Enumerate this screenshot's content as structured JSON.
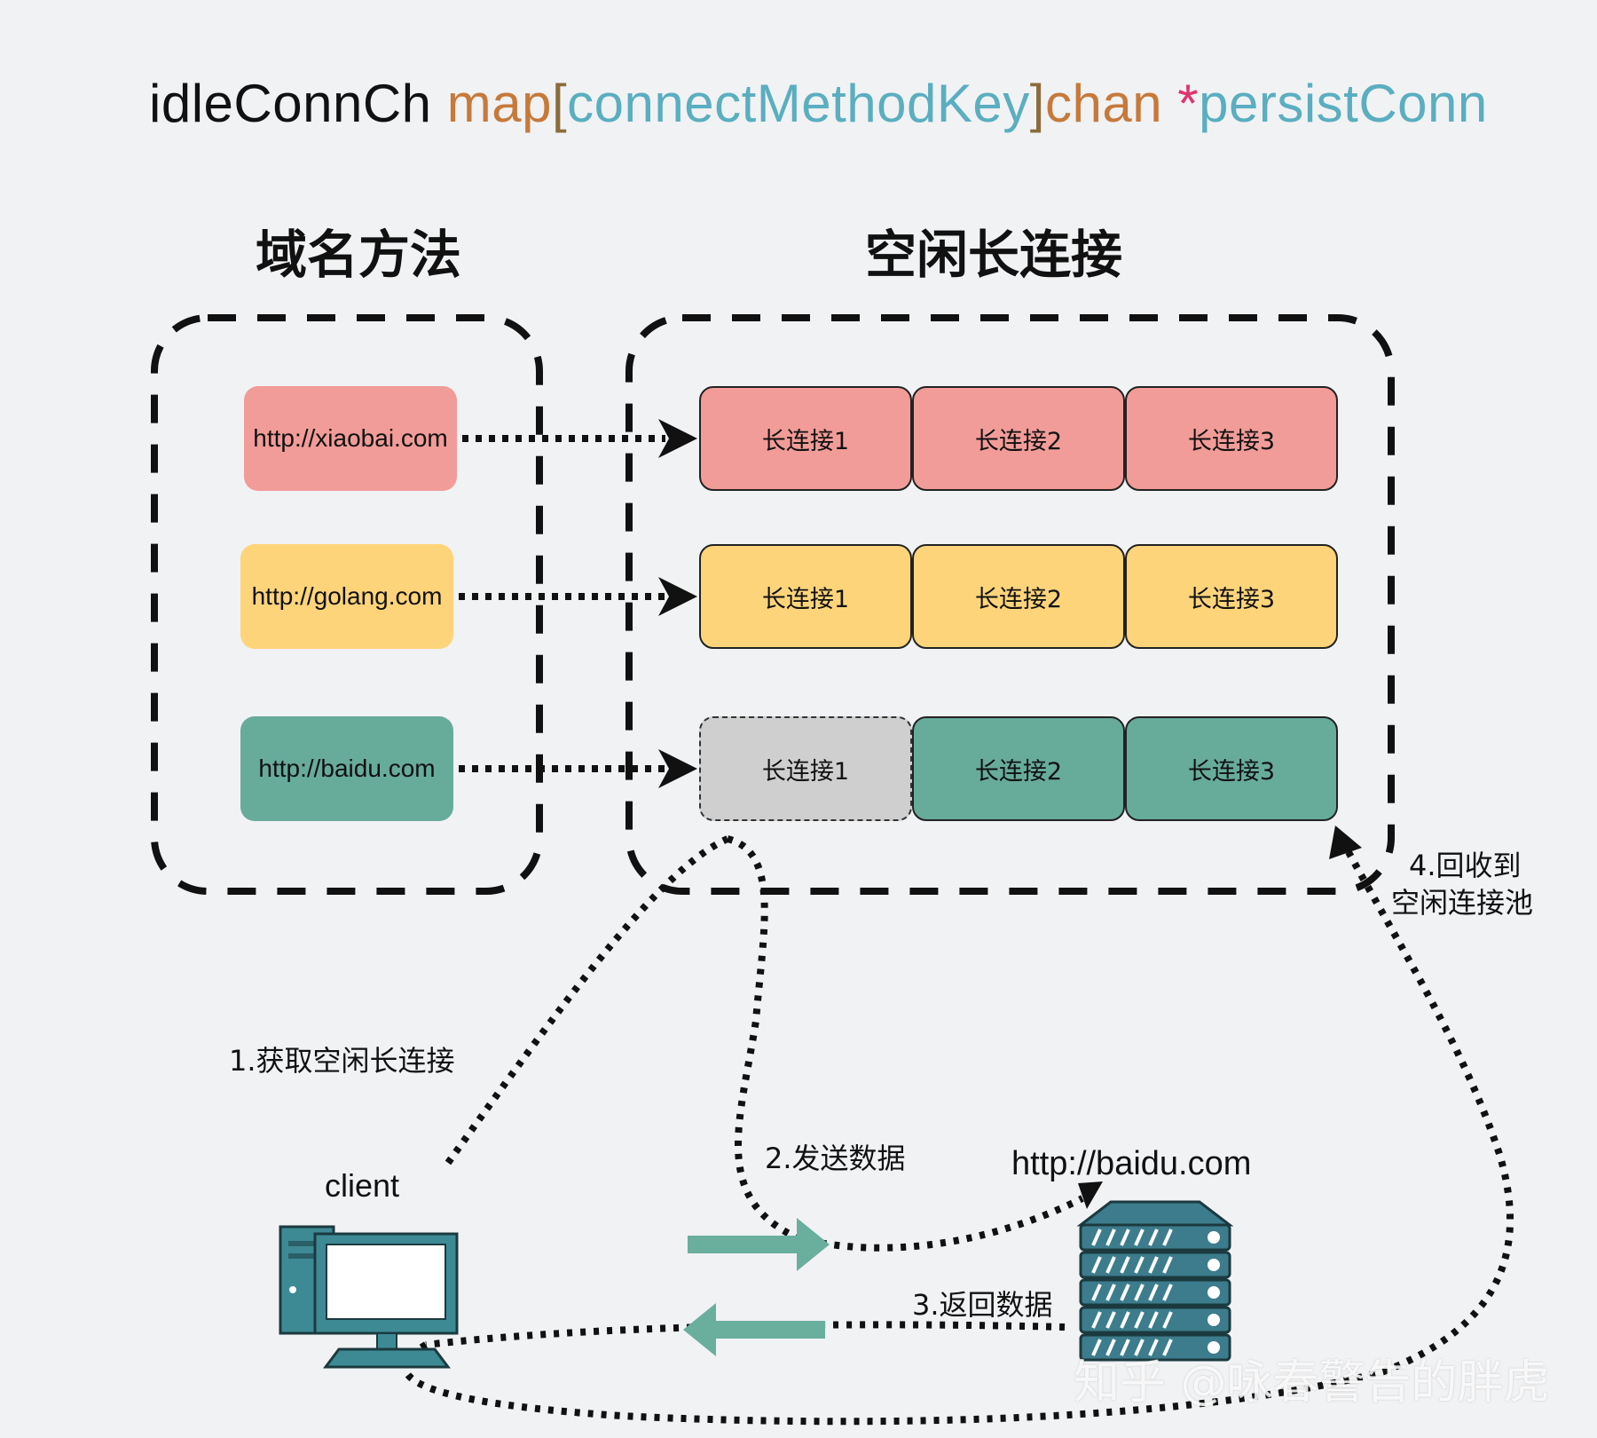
{
  "title": {
    "segments": [
      {
        "text": "idleConnCh ",
        "color": "#111111"
      },
      {
        "text": "map",
        "color": "#c7793a"
      },
      {
        "text": "[",
        "color": "#8a6d3b"
      },
      {
        "text": "connectMethodKey",
        "color": "#5aaec0"
      },
      {
        "text": "]",
        "color": "#8a6d3b"
      },
      {
        "text": "chan ",
        "color": "#c7793a"
      },
      {
        "text": "*",
        "color": "#e0336b"
      },
      {
        "text": "persistConn",
        "color": "#5aaec0"
      }
    ]
  },
  "headings": {
    "domain_method": "域名方法",
    "idle_conn": "空闲长连接"
  },
  "rows": [
    {
      "domain": "http://xiaobai.com",
      "color": "#f19c98",
      "conns": [
        {
          "label": "长连接1",
          "state": "idle"
        },
        {
          "label": "长连接2",
          "state": "idle"
        },
        {
          "label": "长连接3",
          "state": "idle"
        }
      ]
    },
    {
      "domain": "http://golang.com",
      "color": "#fdd47a",
      "conns": [
        {
          "label": "长连接1",
          "state": "idle"
        },
        {
          "label": "长连接2",
          "state": "idle"
        },
        {
          "label": "长连接3",
          "state": "idle"
        }
      ]
    },
    {
      "domain": "http://baidu.com",
      "color": "#67ab9b",
      "conns": [
        {
          "label": "长连接1",
          "state": "taken"
        },
        {
          "label": "长连接2",
          "state": "idle"
        },
        {
          "label": "长连接3",
          "state": "idle"
        }
      ]
    }
  ],
  "taken_color": "#cfcfcf",
  "client_label": "client",
  "server_label": "http://baidu.com",
  "steps": {
    "step1": "1.获取空闲长连接",
    "step2": "2.发送数据",
    "step3": "3.返回数据",
    "step4_line1": "4.回收到",
    "step4_line2": "空闲连接池"
  },
  "watermark": "知乎 @咏春警告的胖虎",
  "colors": {
    "teal_arrow": "#6aae9e",
    "computer": "#3d8a95",
    "server": "#3c7c8c"
  }
}
